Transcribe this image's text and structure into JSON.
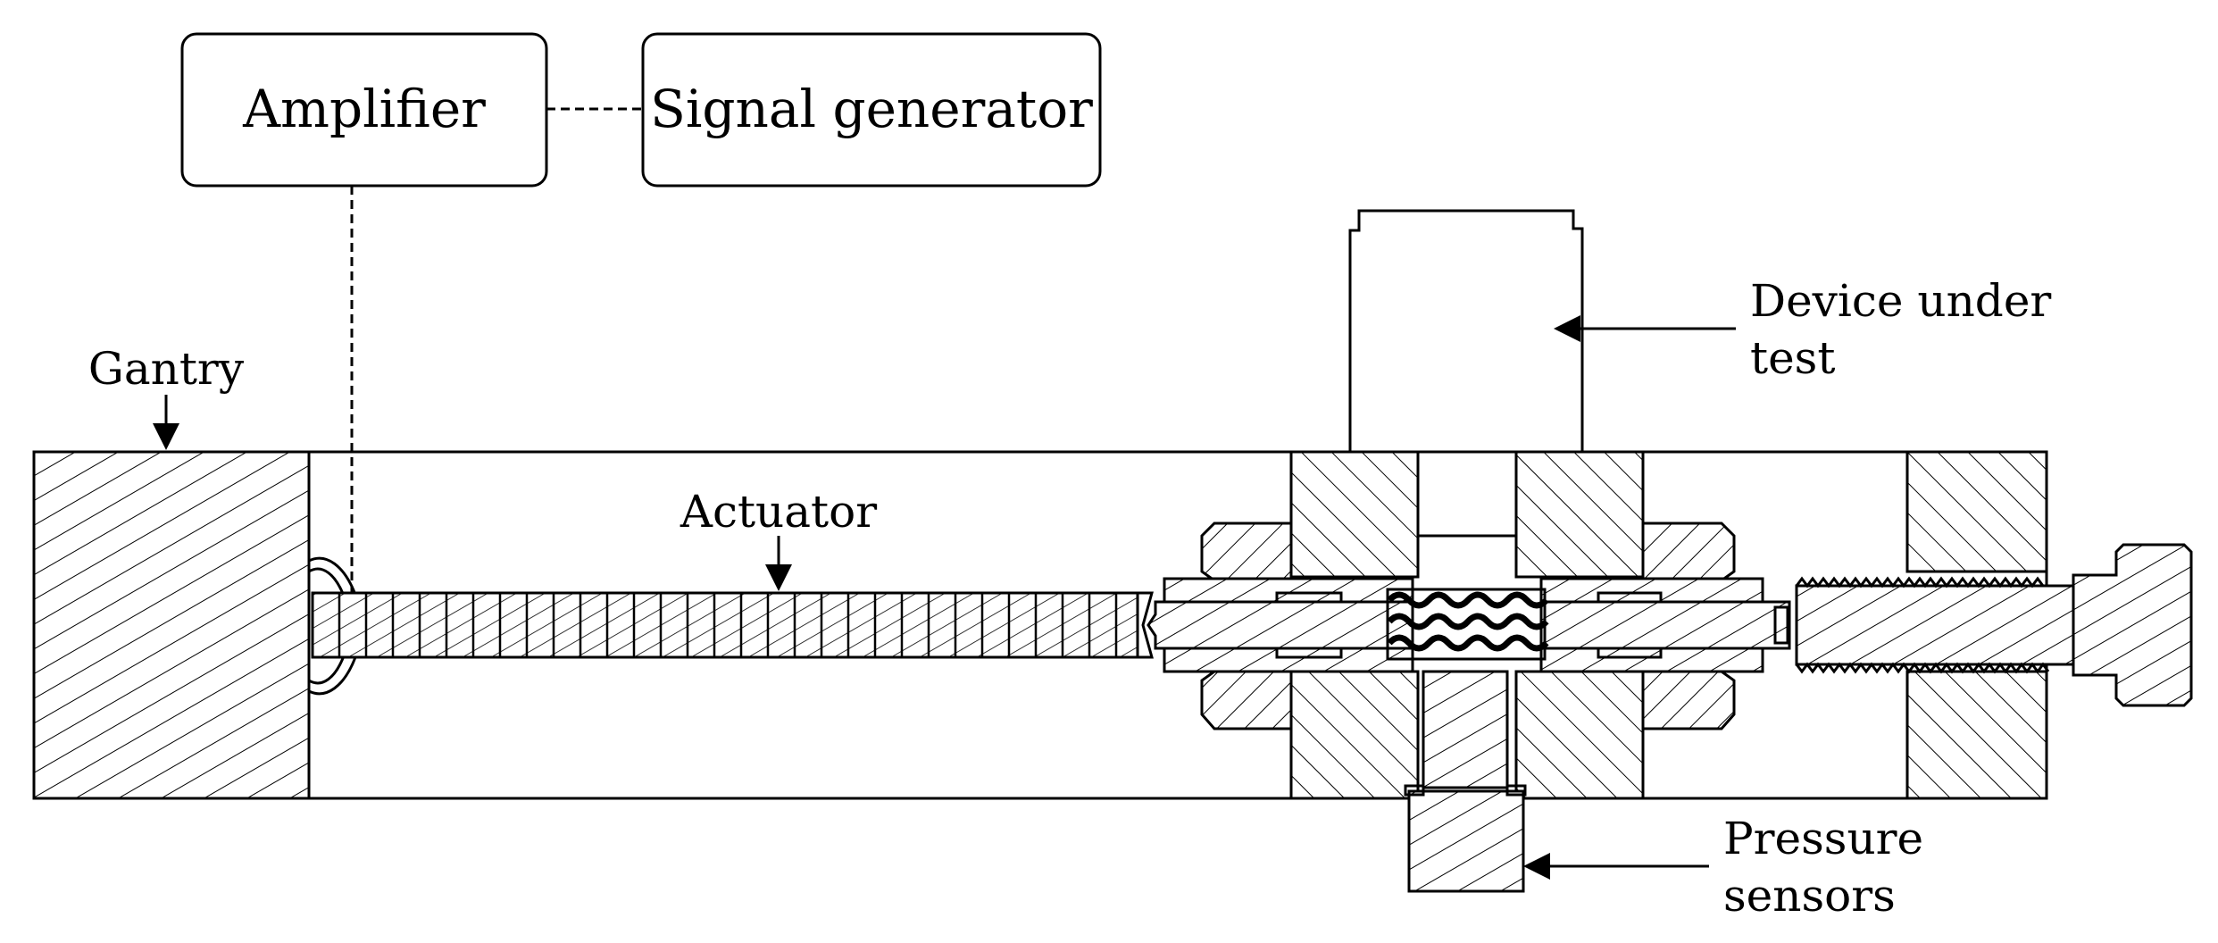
{
  "blocks": {
    "amplifier": "Amplifier",
    "signal_generator": "Signal generator"
  },
  "labels": {
    "gantry": "Gantry",
    "actuator": "Actuator",
    "device_under_test_line1": "Device under",
    "device_under_test_line2": "test",
    "pressure_sensors_line1": "Pressure",
    "pressure_sensors_line2": "sensors"
  },
  "colors": {
    "line": "#000000",
    "background": "#ffffff"
  }
}
